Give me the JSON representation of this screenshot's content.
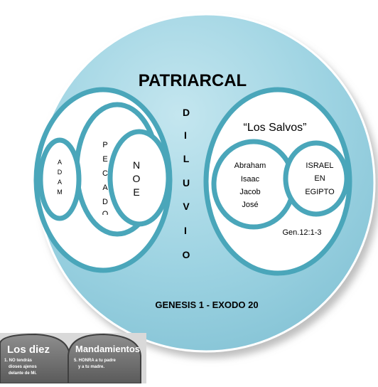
{
  "diagram": {
    "title": "PATRIARCAL",
    "footer": "GENESIS 1 - EXODO 20",
    "left_group": {
      "adam_letters": [
        "A",
        "D",
        "A",
        "M"
      ],
      "pecado_letters": [
        "P",
        "E",
        "C",
        "A",
        "D",
        "O"
      ],
      "noe_letters": [
        "N",
        "O",
        "E"
      ]
    },
    "center_column_letters": [
      "D",
      "I",
      "L",
      "U",
      "V",
      "I",
      "O"
    ],
    "right_group": {
      "heading": "“Los Salvos”",
      "patriarchs": [
        "Abraham",
        "Isaac",
        "Jacob",
        "José"
      ],
      "israel_lines": [
        "ISRAEL",
        "EN",
        "EGIPTO"
      ],
      "reference": "Gen.12:1-3"
    },
    "colors": {
      "outer_fill": "#9dd3e2",
      "inner_fill": "#ffffff",
      "stroke": "#4aa6ba",
      "text": "#000000"
    }
  },
  "tablets": {
    "left_title": "Los diez",
    "right_title": "Mandamientos",
    "left_text": [
      "1. NO tendrás",
      "dioses ajenos",
      "delante de Mí."
    ],
    "right_text": [
      "5. HONRA a tu padre",
      "y a tu madre."
    ]
  }
}
